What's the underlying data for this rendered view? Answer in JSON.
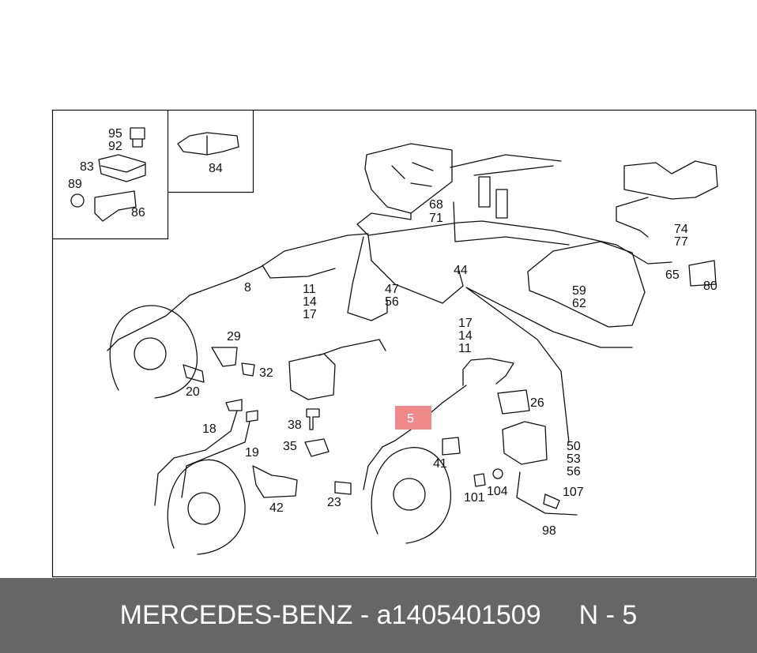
{
  "diagram": {
    "labels": [
      {
        "id": "95",
        "text": "95"
      },
      {
        "id": "92",
        "text": "92"
      },
      {
        "id": "83",
        "text": "83"
      },
      {
        "id": "89",
        "text": "89"
      },
      {
        "id": "86",
        "text": "86"
      },
      {
        "id": "84",
        "text": "84"
      },
      {
        "id": "68",
        "text": "68"
      },
      {
        "id": "71",
        "text": "71"
      },
      {
        "id": "74",
        "text": "74"
      },
      {
        "id": "77",
        "text": "77"
      },
      {
        "id": "65",
        "text": "65"
      },
      {
        "id": "80",
        "text": "80"
      },
      {
        "id": "44",
        "text": "44"
      },
      {
        "id": "8",
        "text": "8"
      },
      {
        "id": "11a",
        "text": "11"
      },
      {
        "id": "14a",
        "text": "14"
      },
      {
        "id": "17a",
        "text": "17"
      },
      {
        "id": "47",
        "text": "47"
      },
      {
        "id": "56a",
        "text": "56"
      },
      {
        "id": "59",
        "text": "59"
      },
      {
        "id": "62",
        "text": "62"
      },
      {
        "id": "29",
        "text": "29"
      },
      {
        "id": "32",
        "text": "32"
      },
      {
        "id": "20",
        "text": "20"
      },
      {
        "id": "17b",
        "text": "17"
      },
      {
        "id": "14b",
        "text": "14"
      },
      {
        "id": "11b",
        "text": "11"
      },
      {
        "id": "26",
        "text": "26"
      },
      {
        "id": "5",
        "text": "5"
      },
      {
        "id": "18",
        "text": "18"
      },
      {
        "id": "19",
        "text": "19"
      },
      {
        "id": "38",
        "text": "38"
      },
      {
        "id": "35",
        "text": "35"
      },
      {
        "id": "41",
        "text": "41"
      },
      {
        "id": "50",
        "text": "50"
      },
      {
        "id": "53",
        "text": "53"
      },
      {
        "id": "56b",
        "text": "56"
      },
      {
        "id": "42",
        "text": "42"
      },
      {
        "id": "23",
        "text": "23"
      },
      {
        "id": "101",
        "text": "101"
      },
      {
        "id": "104",
        "text": "104"
      },
      {
        "id": "107",
        "text": "107"
      },
      {
        "id": "98",
        "text": "98"
      }
    ],
    "highlight": {
      "part": "5",
      "color": "#f08a8a"
    }
  },
  "footer": {
    "brand": "MERCEDES-BENZ",
    "separator": "-",
    "part_number": "a1405401509",
    "position": "N - 5"
  },
  "colors": {
    "footer_bg": "#666666",
    "footer_text": "#ffffff",
    "line": "#111111"
  }
}
